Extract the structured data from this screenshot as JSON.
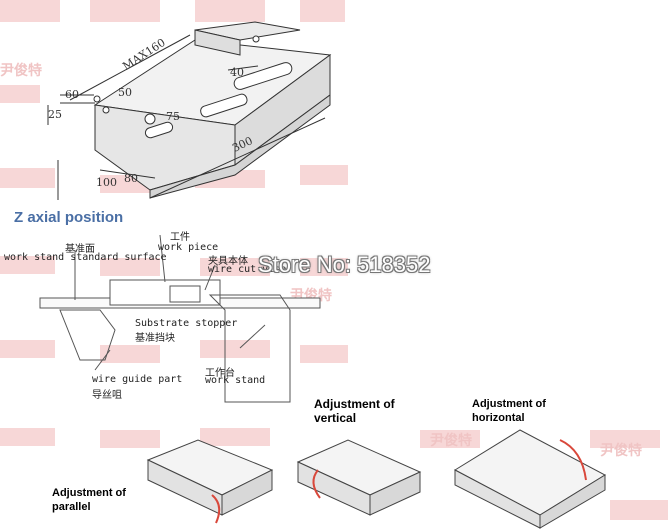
{
  "top_drawing": {
    "dimensions": [
      "MAX160",
      "60",
      "50",
      "25",
      "75",
      "40",
      "300",
      "100",
      "80"
    ]
  },
  "z_section": {
    "title": "Z axial position",
    "labels": {
      "work_piece_cn": "工件",
      "work_piece_en": "work piece",
      "standard_surface_cn": "基准面",
      "standard_surface_en": "work stand standard surface",
      "wire_cut_vise_cn": "夹具本体",
      "wire_cut_vise_en": "wire cut vise",
      "stopper_en": "Substrate stopper",
      "stopper_cn": "基准挡块",
      "work_stand_cn": "工作台",
      "work_stand_en": "work stand",
      "wire_guide_en": "wire guide part",
      "wire_guide_cn": "导丝咀"
    }
  },
  "watermark": {
    "store": "Store No: 518352",
    "brand": "尹俊特"
  },
  "adjustments": {
    "vertical": "Adjustment of vertical",
    "horizontal": "Adjustment of horizontal",
    "parallel": "Adjustment of parallel"
  },
  "colors": {
    "heading": "#4a6fa5",
    "arrow": "#d9483b",
    "watermark": "#f7d7d7"
  }
}
